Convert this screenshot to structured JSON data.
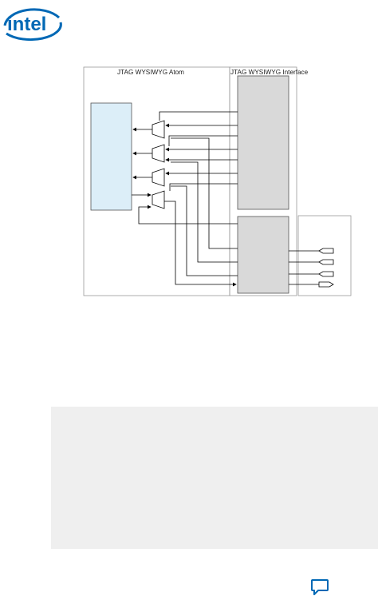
{
  "logo": {
    "text": "intel",
    "icon": "intel-logo-icon",
    "color": "#0068b5"
  },
  "diagram": {
    "atom_label": "JTAG WYSIWYG Atom",
    "interface_label": "JTAG WYSIWYG Interface",
    "colors": {
      "core_fill": "#dceef8",
      "interface_fill": "#d9d9d9",
      "line": "#000000"
    }
  },
  "note": {
    "background": "#efefef"
  },
  "feedback": {
    "icon": "feedback-speech-bubble-icon",
    "color": "#0068b5"
  }
}
